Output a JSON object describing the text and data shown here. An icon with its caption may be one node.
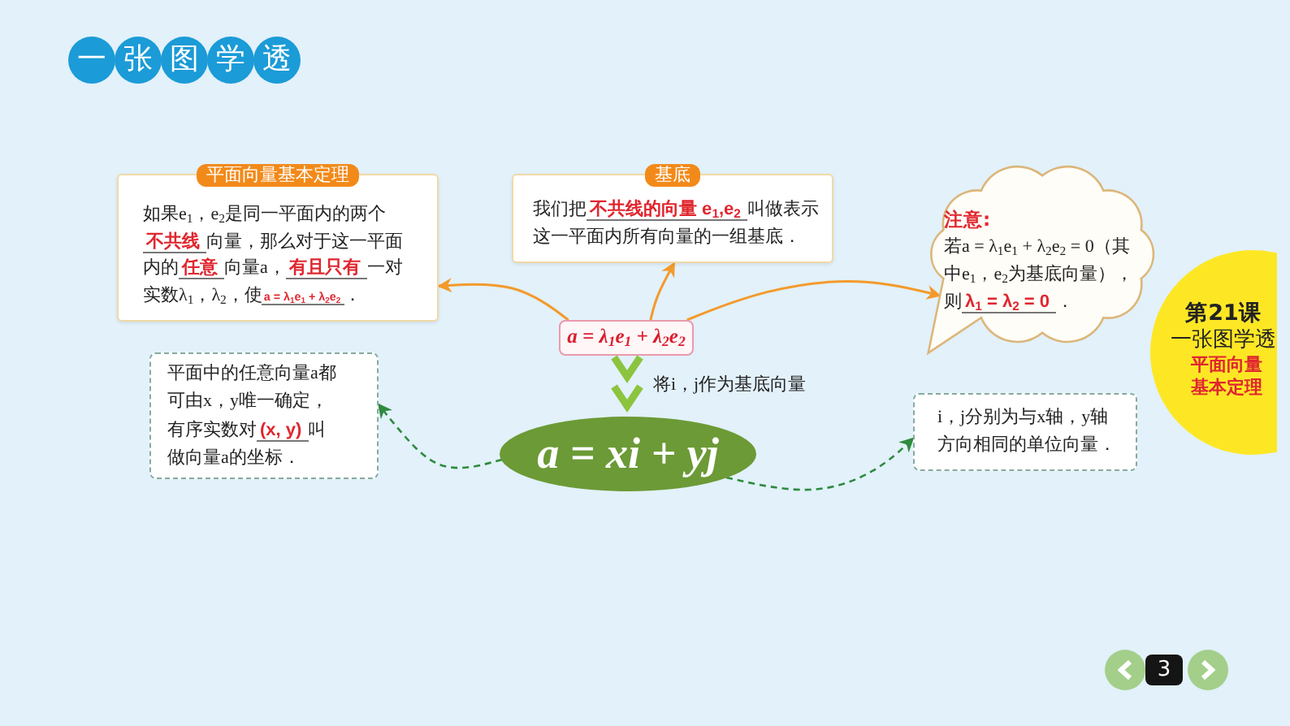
{
  "diagram": {
    "title": "一张图学透",
    "nodes": [
      {
        "text": [
          "平面向量基本定理",
          "如果e$_{1}$，e$_{2}$是同一平面内的两个**不共线**向量，那么对于这一平面内的**任意**向量a，**有且只有**一对实数λ$_{1}$，λ$_{2}$，使**a = λ$_{1}$e$_{1}$ + λ$_{2}$e$_{2}$**．"
        ]
      },
      {
        "text": [
          "基底",
          "我们把**不共线的向量 e$_{1}$,e$_{2}$**叫做表示这一平面内所有向量的一组基底．"
        ]
      },
      {
        "text": [
          "注意:",
          "若a = λ$_{1}$e$_{1}$ + λ$_{2}$e$_{2}$ = 0（其中e$_{1}$，e$_{2}$为基底向量），则**λ$_{1}$ = λ$_{2}$ = 0**．"
        ]
      },
      {
        "text": [
          "a = λ$_{1}$e$_{1}$ + λ$_{2}$e$_{2}$"
        ]
      },
      {
        "text": [
          "a = xi + yj"
        ]
      },
      {
        "text": [
          "平面中的任意向量a都可由x，y唯一确定，有序实数对**(x, y)**叫做向量a的坐标．"
        ]
      },
      {
        "text": [
          "i，j分别为与x轴，y轴方向相同的单位向量．"
        ]
      },
      {
        "text": [
          "第21课",
          "一张图学透",
          "平面向量基本定理"
        ]
      }
    ],
    "edges": [
      {
        "from": 3,
        "to": 0,
        "arrow": "to"
      },
      {
        "from": 3,
        "to": 1,
        "arrow": "to"
      },
      {
        "from": 3,
        "to": 2,
        "arrow": "to"
      },
      {
        "from": 3,
        "to": 4,
        "arrow": "to",
        "label": "将i，j作为基底向量",
        "style": "thick",
        "color": "#8cc43f"
      },
      {
        "from": 4,
        "to": 5,
        "arrow": "to",
        "style": "dashed",
        "color": "#2e8b3d"
      },
      {
        "from": 4,
        "to": 6,
        "arrow": "to",
        "style": "dashed",
        "color": "#2e8b3d"
      }
    ],
    "labels": [
      "3"
    ]
  }
}
